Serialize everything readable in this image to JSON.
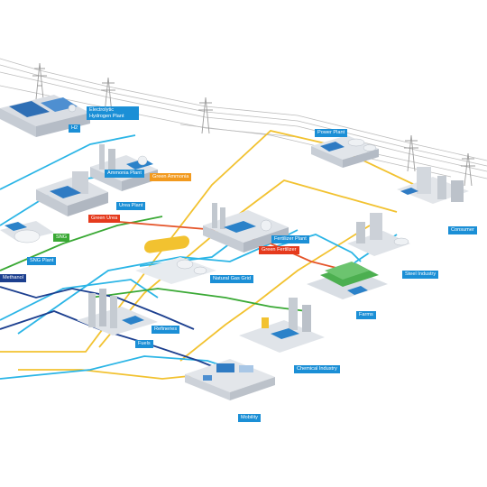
{
  "labels": {
    "electrolytic": "Electrolytic Hydrogen Plant",
    "h2": "H2",
    "ammonia_plant": "Ammonia Plant",
    "green_ammonia": "Green Ammonia",
    "urea_plant": "Urea Plant",
    "green_urea": "Green Urea",
    "sng_tag": "SNG",
    "sng_plant": "SNG Plant",
    "methanol": "Methanol",
    "power_plant": "Power Plant",
    "consumer": "Consumer",
    "fertilizer_plant": "Fertilizer Plant",
    "green_fertilizer": "Green Fertilizer",
    "natural_gas_grid": "Natural Gas Grid",
    "steel_industry": "Steel Industry",
    "farms": "Farms",
    "refineries": "Refineries",
    "fuels": "Fuels",
    "chemical_industry": "Chemical Industry",
    "mobility": "Mobility"
  },
  "colors": {
    "electricity": "#f2c230",
    "hydrogen": "#2bb5e6",
    "ammonia": "#f29a1f",
    "urea": "#e53a1d",
    "sng": "#3aa935",
    "methanol": "#1c3f8f",
    "label": "#1b8fd6"
  }
}
